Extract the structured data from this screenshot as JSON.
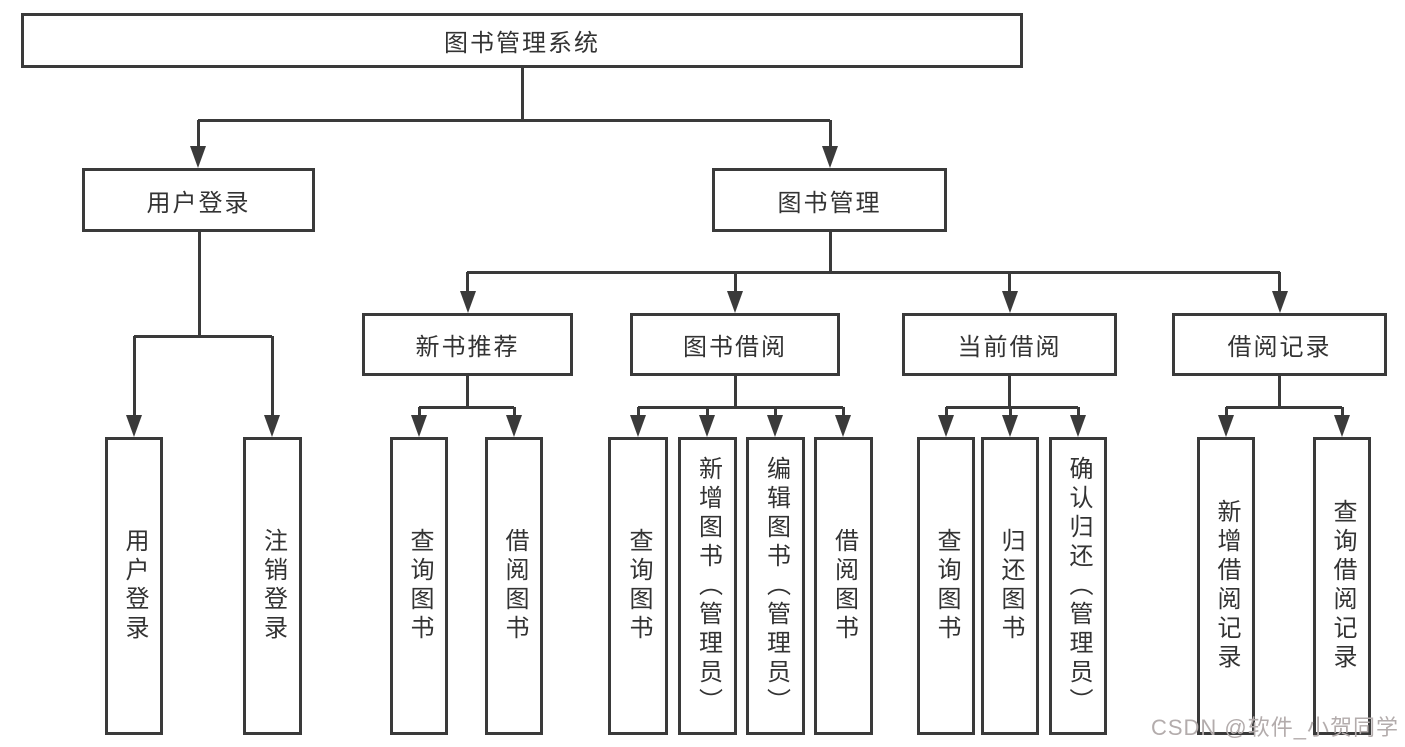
{
  "tree": {
    "root": {
      "label": "图书管理系统"
    },
    "branches": [
      {
        "label": "用户登录",
        "leaves": [
          {
            "label": "用户登录"
          },
          {
            "label": "注销登录"
          }
        ]
      },
      {
        "label": "图书管理",
        "groups": [
          {
            "label": "新书推荐",
            "leaves": [
              {
                "label": "查询图书"
              },
              {
                "label": "借阅图书"
              }
            ]
          },
          {
            "label": "图书借阅",
            "leaves": [
              {
                "label": "查询图书"
              },
              {
                "label": "新增图书（管理员）"
              },
              {
                "label": "编辑图书（管理员）"
              },
              {
                "label": "借阅图书"
              }
            ]
          },
          {
            "label": "当前借阅",
            "leaves": [
              {
                "label": "查询图书"
              },
              {
                "label": "归还图书"
              },
              {
                "label": "确认归还（管理员）"
              }
            ]
          },
          {
            "label": "借阅记录",
            "leaves": [
              {
                "label": "新增借阅记录"
              },
              {
                "label": "查询借阅记录"
              }
            ]
          }
        ]
      }
    ]
  },
  "watermark": {
    "text": "CSDN @软件_小贺同学"
  },
  "colors": {
    "stroke": "#3a3a3a",
    "text": "#333333",
    "watermark": "#b3acac",
    "background": "#ffffff"
  }
}
